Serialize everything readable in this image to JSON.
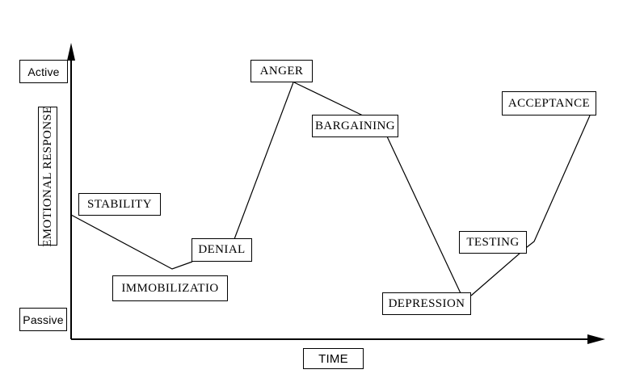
{
  "diagram": {
    "type": "change-curve",
    "background_color": "#ffffff",
    "line_color": "#000000",
    "box_border_color": "#000000",
    "y_axis": {
      "title": "EMOTIONAL RESPONSE",
      "top_value": "Active",
      "bottom_value": "Passive"
    },
    "x_axis": {
      "title": "TIME"
    },
    "stages": [
      {
        "label": "STABILITY",
        "order": 1,
        "level": "high"
      },
      {
        "label": "IMMOBILIZATIO",
        "order": 2,
        "level": "low"
      },
      {
        "label": "DENIAL",
        "order": 3,
        "level": "low-mid"
      },
      {
        "label": "ANGER",
        "order": 4,
        "level": "highest"
      },
      {
        "label": "BARGAINING",
        "order": 5,
        "level": "high"
      },
      {
        "label": "DEPRESSION",
        "order": 6,
        "level": "lowest"
      },
      {
        "label": "TESTING",
        "order": 7,
        "level": "low-mid"
      },
      {
        "label": "ACCEPTANCE",
        "order": 8,
        "level": "high"
      }
    ]
  }
}
